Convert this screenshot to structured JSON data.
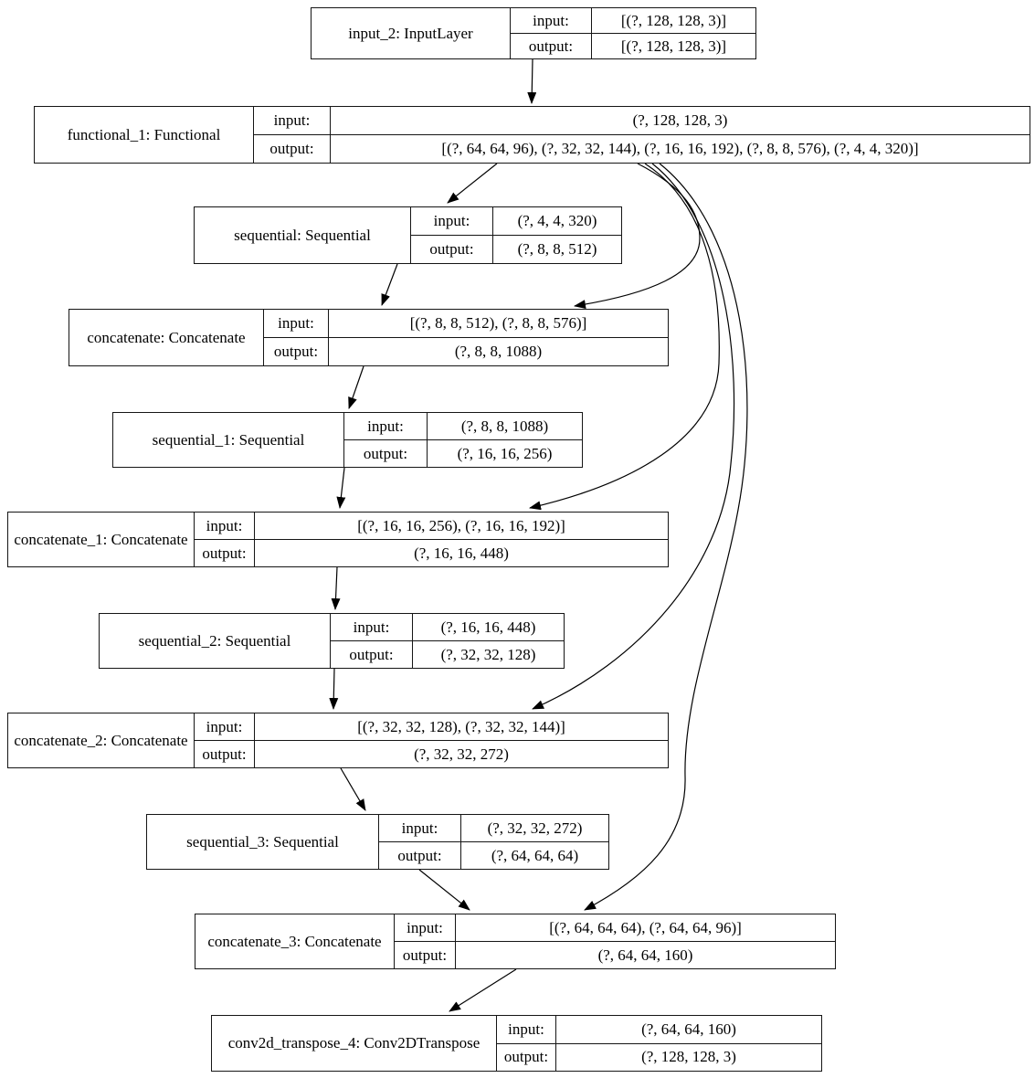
{
  "colors": {
    "background": "#ffffff",
    "node_border": "#000000",
    "edge": "#000000",
    "text": "#000000"
  },
  "io_labels": {
    "input": "input:",
    "output": "output:"
  },
  "nodes": [
    {
      "id": "input_2",
      "label": "input_2: InputLayer",
      "input": "[(?, 128, 128, 3)]",
      "output": "[(?, 128, 128, 3)]"
    },
    {
      "id": "functional_1",
      "label": "functional_1: Functional",
      "input": "(?, 128, 128, 3)",
      "output": "[(?, 64, 64, 96), (?, 32, 32, 144), (?, 16, 16, 192), (?, 8, 8, 576), (?, 4, 4, 320)]"
    },
    {
      "id": "sequential",
      "label": "sequential: Sequential",
      "input": "(?, 4, 4, 320)",
      "output": "(?, 8, 8, 512)"
    },
    {
      "id": "concatenate",
      "label": "concatenate: Concatenate",
      "input": "[(?, 8, 8, 512), (?, 8, 8, 576)]",
      "output": "(?, 8, 8, 1088)"
    },
    {
      "id": "sequential_1",
      "label": "sequential_1: Sequential",
      "input": "(?, 8, 8, 1088)",
      "output": "(?, 16, 16, 256)"
    },
    {
      "id": "concatenate_1",
      "label": "concatenate_1: Concatenate",
      "input": "[(?, 16, 16, 256), (?, 16, 16, 192)]",
      "output": "(?, 16, 16, 448)"
    },
    {
      "id": "sequential_2",
      "label": "sequential_2: Sequential",
      "input": "(?, 16, 16, 448)",
      "output": "(?, 32, 32, 128)"
    },
    {
      "id": "concatenate_2",
      "label": "concatenate_2: Concatenate",
      "input": "[(?, 32, 32, 128), (?, 32, 32, 144)]",
      "output": "(?, 32, 32, 272)"
    },
    {
      "id": "sequential_3",
      "label": "sequential_3: Sequential",
      "input": "(?, 32, 32, 272)",
      "output": "(?, 64, 64, 64)"
    },
    {
      "id": "concatenate_3",
      "label": "concatenate_3: Concatenate",
      "input": "[(?, 64, 64, 64), (?, 64, 64, 96)]",
      "output": "(?, 64, 64, 160)"
    },
    {
      "id": "conv2d_transpose_4",
      "label": "conv2d_transpose_4: Conv2DTranspose",
      "input": "(?, 64, 64, 160)",
      "output": "(?, 128, 128, 3)"
    }
  ],
  "edges": [
    {
      "from": "input_2",
      "to": "functional_1"
    },
    {
      "from": "functional_1",
      "to": "sequential"
    },
    {
      "from": "sequential",
      "to": "concatenate"
    },
    {
      "from": "concatenate",
      "to": "sequential_1"
    },
    {
      "from": "sequential_1",
      "to": "concatenate_1"
    },
    {
      "from": "concatenate_1",
      "to": "sequential_2"
    },
    {
      "from": "sequential_2",
      "to": "concatenate_2"
    },
    {
      "from": "concatenate_2",
      "to": "sequential_3"
    },
    {
      "from": "sequential_3",
      "to": "concatenate_3"
    },
    {
      "from": "concatenate_3",
      "to": "conv2d_transpose_4"
    },
    {
      "from": "functional_1",
      "to": "concatenate"
    },
    {
      "from": "functional_1",
      "to": "concatenate_1"
    },
    {
      "from": "functional_1",
      "to": "concatenate_2"
    },
    {
      "from": "functional_1",
      "to": "concatenate_3"
    }
  ]
}
